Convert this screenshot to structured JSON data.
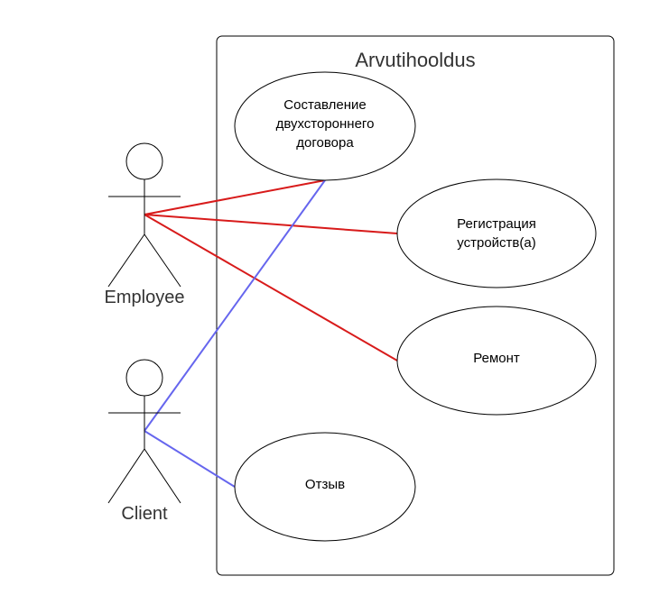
{
  "system": {
    "title": "Arvutihooldus"
  },
  "actors": [
    {
      "id": "employee",
      "label": "Employee"
    },
    {
      "id": "client",
      "label": "Client"
    }
  ],
  "use_cases": [
    {
      "id": "contract",
      "lines": [
        "Составление",
        "двухстороннего",
        "договора"
      ]
    },
    {
      "id": "registration",
      "lines": [
        "Регистрация",
        "устройств(а)"
      ]
    },
    {
      "id": "repair",
      "lines": [
        "Ремонт"
      ]
    },
    {
      "id": "feedback",
      "lines": [
        "Отзыв"
      ]
    }
  ],
  "associations": [
    {
      "actor": "employee",
      "use_case": "contract",
      "color": "#d81b1b"
    },
    {
      "actor": "employee",
      "use_case": "registration",
      "color": "#d81b1b"
    },
    {
      "actor": "employee",
      "use_case": "repair",
      "color": "#d81b1b"
    },
    {
      "actor": "client",
      "use_case": "contract",
      "color": "#6666ee"
    },
    {
      "actor": "client",
      "use_case": "feedback",
      "color": "#6666ee"
    }
  ]
}
